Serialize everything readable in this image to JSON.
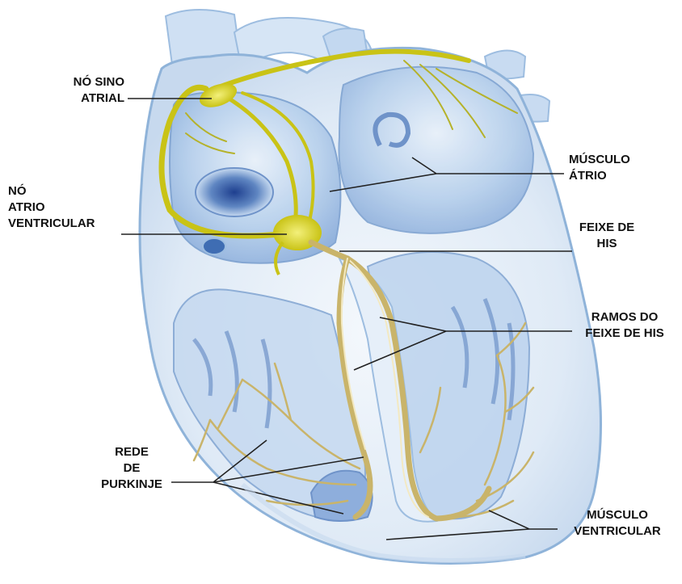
{
  "labels": {
    "sinoatrial": [
      "NÓ SINO",
      "ATRIAL"
    ],
    "atrioventricular": [
      "NÓ",
      "ATRIO",
      "VENTRICULAR"
    ],
    "atrial_muscle": [
      "MÚSCULO",
      "ÁTRIO"
    ],
    "bundle_of_his": [
      "FEIXE DE",
      "HIS"
    ],
    "bundle_branches": [
      "RAMOS DO",
      "FEIXE DE HIS"
    ],
    "purkinje": [
      "REDE",
      "DE",
      "PURKINJE"
    ],
    "ventricular_muscle": [
      "MÚSCULO",
      "VENTRICULAR"
    ]
  },
  "colors": {
    "heart_outline": "#8fb3d9",
    "heart_fill": "#e3eef8",
    "chamber": "#b9d2ec",
    "deep_blue": "#5f86c2",
    "node_yellow": "#d4d21a",
    "purkinje_tan": "#c9b46a",
    "leader_line": "#222222"
  }
}
